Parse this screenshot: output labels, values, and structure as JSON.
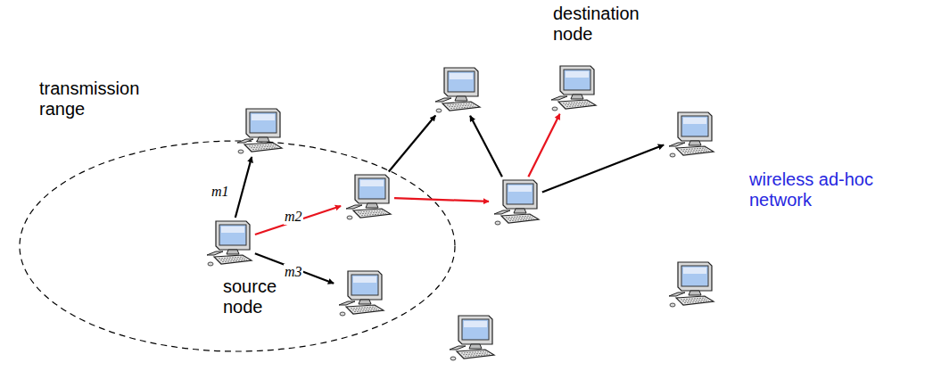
{
  "diagram": {
    "nodes": [
      {
        "text": [
          "source node"
        ]
      },
      {
        "text": []
      },
      {
        "text": []
      },
      {
        "text": []
      },
      {
        "text": []
      },
      {
        "text": [
          "destination node"
        ]
      },
      {
        "text": []
      },
      {
        "text": []
      },
      {
        "text": []
      },
      {
        "text": []
      }
    ],
    "edges": [
      {
        "from": 0,
        "to": 1,
        "arrow": "to",
        "label": "m1"
      },
      {
        "from": 0,
        "to": 2,
        "arrow": "to",
        "label": "m2"
      },
      {
        "from": 0,
        "to": 3,
        "arrow": "to",
        "label": "m3"
      },
      {
        "from": 2,
        "to": 4,
        "arrow": "to"
      },
      {
        "from": 2,
        "to": 6,
        "arrow": "to"
      },
      {
        "from": 6,
        "to": 4,
        "arrow": "to"
      },
      {
        "from": 6,
        "to": 5,
        "arrow": "to"
      },
      {
        "from": 6,
        "to": 7,
        "arrow": "to"
      }
    ],
    "labels": [
      "transmission range",
      "wireless ad-hoc network"
    ]
  }
}
